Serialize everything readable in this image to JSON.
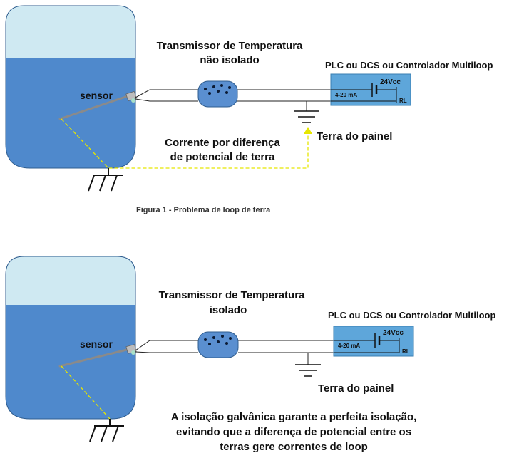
{
  "colors": {
    "tank_water": "#4f89cc",
    "tank_air": "#cfe9f2",
    "tank_border": "#2f5d8f",
    "transmitter": "#5a8fd0",
    "plc": "#5ea6da",
    "wire": "#222222",
    "ground_current": "#e6e600"
  },
  "diagram1": {
    "transmitter_title": "Transmissor de Temperatura",
    "transmitter_subtitle": "não isolado",
    "plc_title": "PLC ou DCS ou Controlador Multiloop",
    "sensor_label": "sensor",
    "plc_voltage": "24Vcc",
    "plc_current": "4-20 mA",
    "plc_resistor": "RL",
    "panel_ground": "Terra do painel",
    "current_note_1": "Corrente por diferença",
    "current_note_2": "de potencial de terra",
    "caption": "Figura 1 - Problema de loop de terra"
  },
  "diagram2": {
    "transmitter_title": "Transmissor de Temperatura",
    "transmitter_subtitle": "isolado",
    "plc_title": "PLC ou DCS ou Controlador Multiloop",
    "sensor_label": "sensor",
    "plc_voltage": "24Vcc",
    "plc_current": "4-20 mA",
    "plc_resistor": "RL",
    "panel_ground": "Terra do painel",
    "note_1": "A isolação galvânica garante a perfeita isolação,",
    "note_2": "evitando que a diferença de potencial entre os",
    "note_3": "terras gere correntes de loop"
  }
}
